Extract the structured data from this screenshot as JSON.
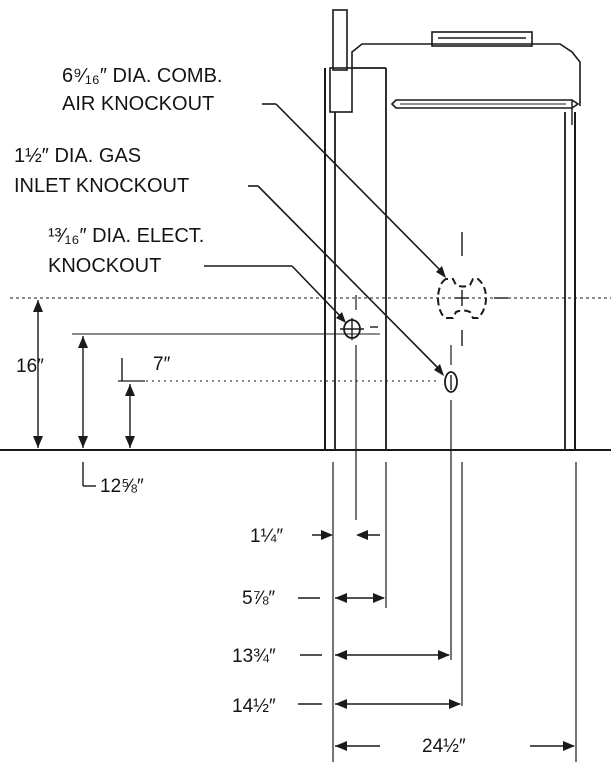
{
  "diagram": {
    "callouts": {
      "comb_air": {
        "line1": "6⁹⁄₁₆″ DIA. COMB.",
        "line2": "AIR KNOCKOUT"
      },
      "gas_inlet": {
        "line1": "1½″ DIA. GAS",
        "line2": "INLET KNOCKOUT"
      },
      "elect": {
        "line1": "¹³⁄₁₆″ DIA. ELECT.",
        "line2": "KNOCKOUT"
      }
    },
    "vertical_dimensions": {
      "overall_height": "16″",
      "gas_height": "7″",
      "elect_height": "12⅝″"
    },
    "horizontal_dimensions": {
      "d1": "1¼″",
      "d2": "5⅞″",
      "d3": "13¾″",
      "d4": "14½″",
      "overall_width": "24½″"
    }
  }
}
